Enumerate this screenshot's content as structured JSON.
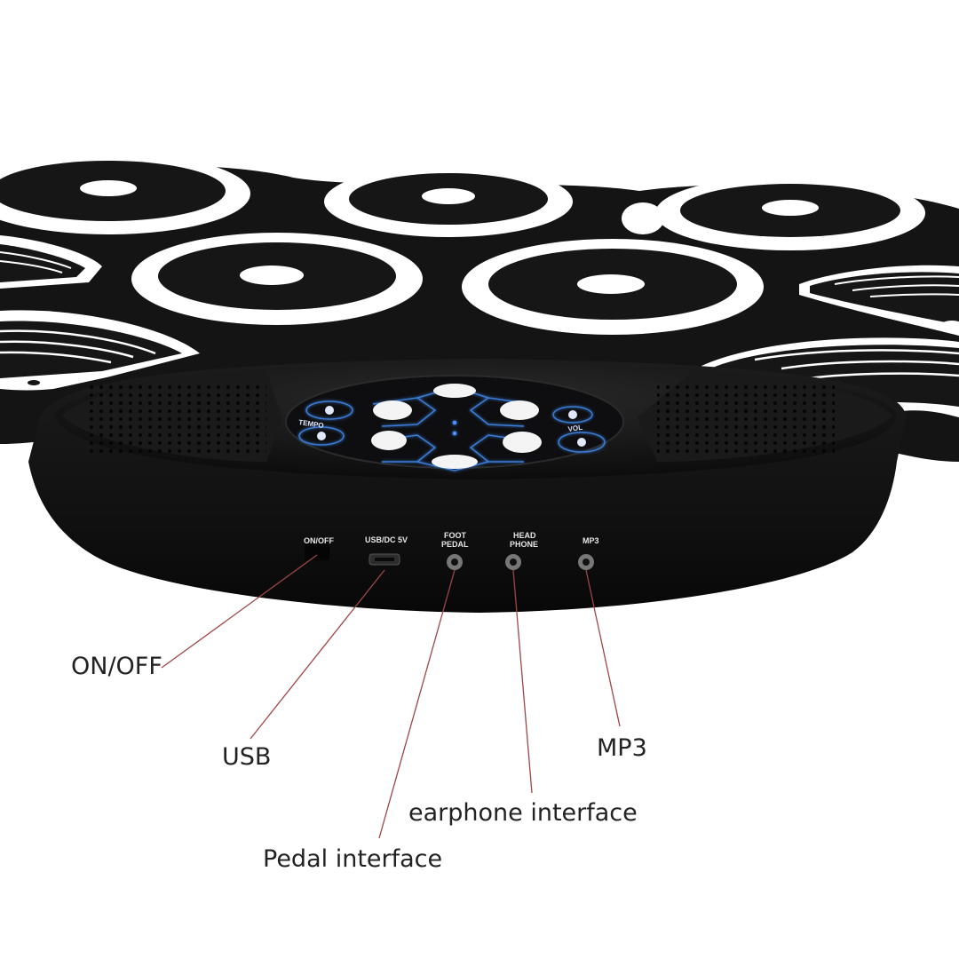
{
  "ports": {
    "on_off": "ON/OFF",
    "usb_dc": "USB/DC 5V",
    "foot_pedal_1": "FOOT",
    "foot_pedal_2": "PEDAL",
    "headphone_1": "HEAD",
    "headphone_2": "PHONE",
    "mp3": "MP3"
  },
  "control_panel": {
    "tempo": "TEMPO",
    "vol": "VOL"
  },
  "callouts": {
    "on_off": "ON/OFF",
    "usb": "USB",
    "mp3": "MP3",
    "earphone": "earphone interface",
    "pedal": "Pedal interface"
  },
  "colors": {
    "device_body": "#121212",
    "pad_ring": "#ffffff",
    "panel_glow": "#3a7bd5",
    "leader_line": "#a04545",
    "callout_text": "#222222"
  }
}
